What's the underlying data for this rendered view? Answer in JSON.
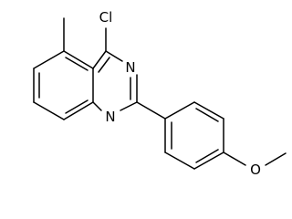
{
  "structure": {
    "atoms": {
      "cl": "Cl",
      "n3": "N",
      "n1": "N",
      "o": "O"
    },
    "colors": {
      "bond": "#000000",
      "label": "#000000",
      "background": "#ffffff"
    }
  }
}
